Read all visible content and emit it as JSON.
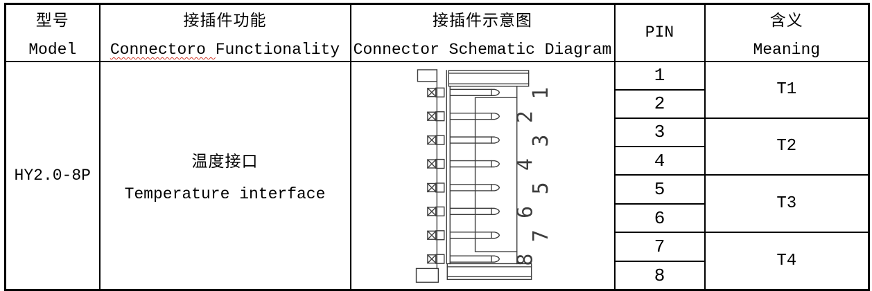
{
  "header": {
    "col1": {
      "zh": "型号",
      "en": "Model"
    },
    "col2": {
      "zh": "接插件功能",
      "en_misspelled": "Connectoro ",
      "en_rest": "Functionality"
    },
    "col3": {
      "zh": "接插件示意图",
      "en": "Connector Schematic Diagram"
    },
    "col4": {
      "en": "PIN"
    },
    "col5": {
      "zh": "含义",
      "en": "Meaning"
    }
  },
  "body": {
    "model": "HY2.0-8P",
    "function": {
      "zh": "温度接口",
      "en": "Temperature interface"
    },
    "pins": [
      "1",
      "2",
      "3",
      "4",
      "5",
      "6",
      "7",
      "8"
    ],
    "meanings": [
      "T1",
      "T2",
      "T3",
      "T4"
    ]
  },
  "schematic": {
    "pin_labels": [
      "1",
      "2",
      "3",
      "4",
      "5",
      "6",
      "7",
      "8"
    ]
  },
  "colors": {
    "spellcheck_underline": "#d23a2a",
    "schematic_line": "#3d3d3d",
    "table_border": "#000000"
  }
}
